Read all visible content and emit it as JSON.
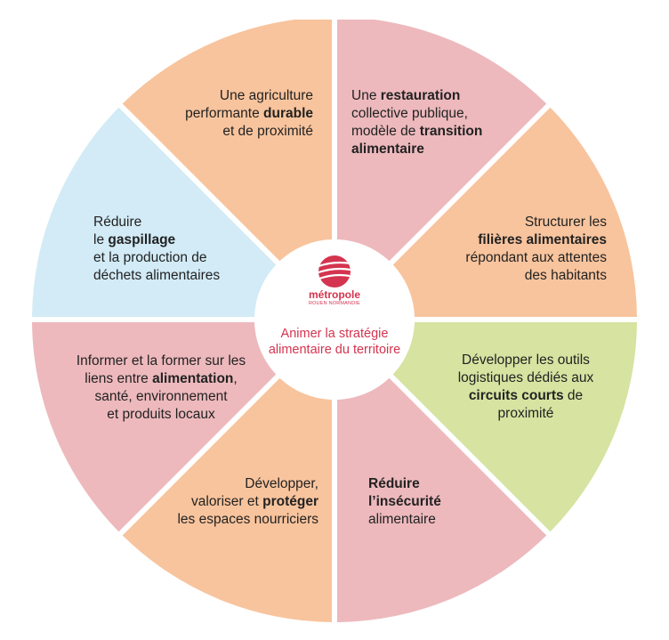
{
  "colors": {
    "orange": "#f8c49d",
    "pink": "#edb9bd",
    "blue": "#d2ebf6",
    "green": "#d6e3a1",
    "accent": "#d4344f"
  },
  "center": {
    "logo_icon": "metropole-logo-icon",
    "brand": "métropole",
    "brand_sub": "ROUEN NORMANDIE",
    "title": "Animer la stratégie alimentaire du territoire"
  },
  "segments": [
    {
      "id": "agriculture",
      "color": "orange",
      "lines": [
        [
          {
            "t": "Une agriculture"
          }
        ],
        [
          {
            "t": "performante "
          },
          {
            "t": "durable",
            "b": true
          }
        ],
        [
          {
            "t": "et de proximité"
          }
        ]
      ]
    },
    {
      "id": "restauration",
      "color": "pink",
      "lines": [
        [
          {
            "t": "Une "
          },
          {
            "t": "restauration",
            "b": true
          }
        ],
        [
          {
            "t": "collective publique,"
          }
        ],
        [
          {
            "t": "modèle de "
          },
          {
            "t": "transition",
            "b": true
          }
        ],
        [
          {
            "t": "alimentaire",
            "b": true
          }
        ]
      ]
    },
    {
      "id": "filieres",
      "color": "orange",
      "lines": [
        [
          {
            "t": "Structurer les"
          }
        ],
        [
          {
            "t": "filières alimentaires",
            "b": true
          }
        ],
        [
          {
            "t": "répondant aux attentes"
          }
        ],
        [
          {
            "t": "des habitants"
          }
        ]
      ]
    },
    {
      "id": "circuits",
      "color": "green",
      "lines": [
        [
          {
            "t": "Développer les outils"
          }
        ],
        [
          {
            "t": "logistiques dédiés aux"
          }
        ],
        [
          {
            "t": "circuits courts",
            "b": true
          },
          {
            "t": " de"
          }
        ],
        [
          {
            "t": "proximité"
          }
        ]
      ]
    },
    {
      "id": "insecurite",
      "color": "pink",
      "lines": [
        [
          {
            "t": "Réduire",
            "b": true
          }
        ],
        [
          {
            "t": "l’insécurité",
            "b": true
          }
        ],
        [
          {
            "t": "alimentaire"
          }
        ]
      ]
    },
    {
      "id": "espaces",
      "color": "orange",
      "lines": [
        [
          {
            "t": "Développer,"
          }
        ],
        [
          {
            "t": "valoriser et "
          },
          {
            "t": "protéger",
            "b": true
          }
        ],
        [
          {
            "t": "les espaces nourriciers"
          }
        ]
      ]
    },
    {
      "id": "informer",
      "color": "pink",
      "lines": [
        [
          {
            "t": "Informer et la former sur les"
          }
        ],
        [
          {
            "t": "liens entre "
          },
          {
            "t": "alimentation",
            "b": true
          },
          {
            "t": ","
          }
        ],
        [
          {
            "t": "santé, environnement"
          }
        ],
        [
          {
            "t": "et produits locaux"
          }
        ]
      ]
    },
    {
      "id": "gaspillage",
      "color": "blue",
      "lines": [
        [
          {
            "t": "Réduire"
          }
        ],
        [
          {
            "t": "le "
          },
          {
            "t": "gaspillage",
            "b": true
          }
        ],
        [
          {
            "t": "et la production de"
          }
        ],
        [
          {
            "t": "déchets alimentaires"
          }
        ]
      ]
    }
  ]
}
